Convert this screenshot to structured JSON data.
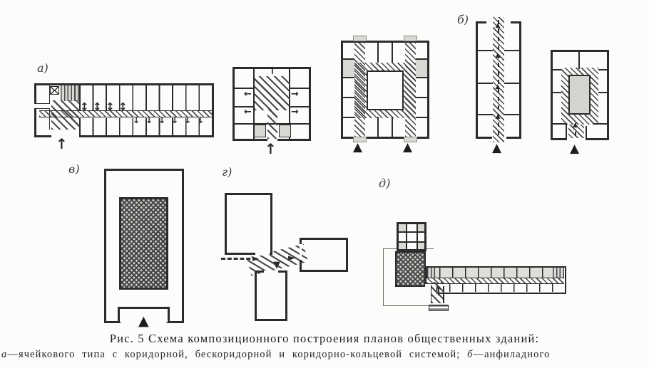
{
  "figure": {
    "caption": {
      "line1": "Рис. 5 Схема композиционного построения планов общественных зданий:",
      "line2_italic1": "а",
      "line2_text1": "—ячейкового типа с коридорной, бескоридорной и коридорно-кольцевой системой; ",
      "line2_italic2": "б",
      "line2_text2": "—анфиладного"
    },
    "labels": {
      "a": "а)",
      "b": "б)",
      "v": "в)",
      "g": "г)",
      "d": "д)"
    },
    "glyphs": {
      "arrow_up": "↑",
      "arrow_down": "↓",
      "arrow_updown": "↕",
      "arrow_left": "←",
      "arrow_right": "→",
      "pointer_right": "►",
      "pointer_down": "▼",
      "triangle": "▲"
    },
    "colors": {
      "ink": "#2b2b2b",
      "paper": "#fcfcfa",
      "gray": "#d8d8d5",
      "hatch": "#4a4a4a"
    }
  }
}
